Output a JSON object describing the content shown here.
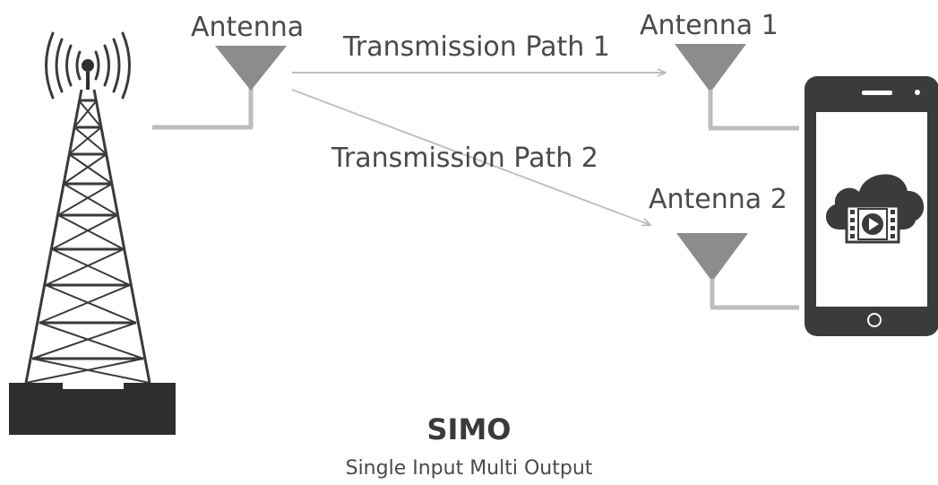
{
  "transmitter": {
    "antenna_label": "Antenna"
  },
  "receiver": {
    "antenna_1_label": "Antenna 1",
    "antenna_2_label": "Antenna 2"
  },
  "paths": {
    "path_1_label": "Transmission Path 1",
    "path_2_label": "Transmission Path 2"
  },
  "caption": {
    "title": "SIMO",
    "subtitle": "Single Input Multi Output"
  },
  "colors": {
    "antenna": "#8c8c8c",
    "line": "#bdbdbd",
    "dark": "#3b3b3b",
    "text": "#4a4a4a"
  }
}
